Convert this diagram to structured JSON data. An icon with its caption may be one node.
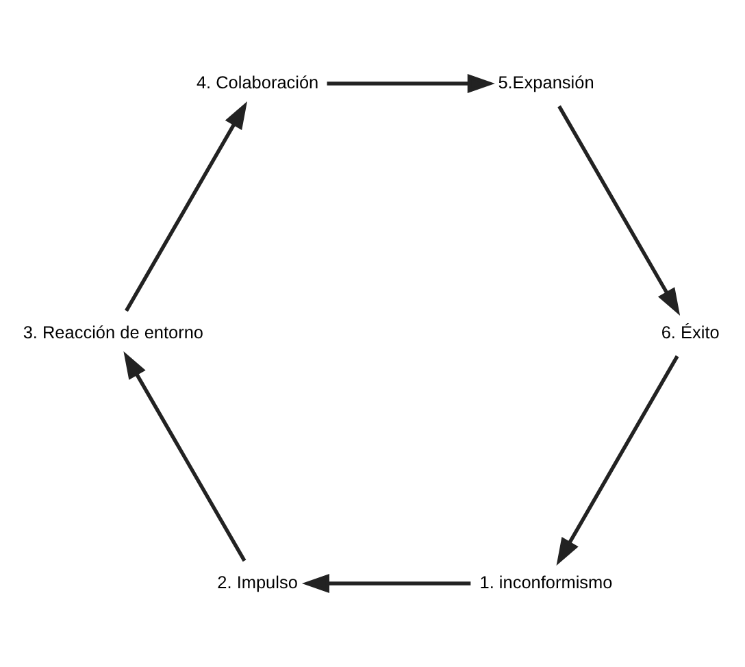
{
  "diagram": {
    "nodes": [
      {
        "text": [
          "1. inconformismo"
        ]
      },
      {
        "text": [
          "2. Impulso"
        ]
      },
      {
        "text": [
          "3. Reacción de entorno"
        ]
      },
      {
        "text": [
          "4. Colaboración"
        ]
      },
      {
        "text": [
          "5.Expansión"
        ]
      },
      {
        "text": [
          "6. Éxito"
        ]
      }
    ],
    "edges": [
      {
        "from": 0,
        "to": 1,
        "arrow": "to"
      },
      {
        "from": 1,
        "to": 2,
        "arrow": "to"
      },
      {
        "from": 2,
        "to": 3,
        "arrow": "to"
      },
      {
        "from": 3,
        "to": 4,
        "arrow": "to"
      },
      {
        "from": 4,
        "to": 5,
        "arrow": "to"
      },
      {
        "from": 5,
        "to": 0,
        "arrow": "to"
      }
    ]
  }
}
